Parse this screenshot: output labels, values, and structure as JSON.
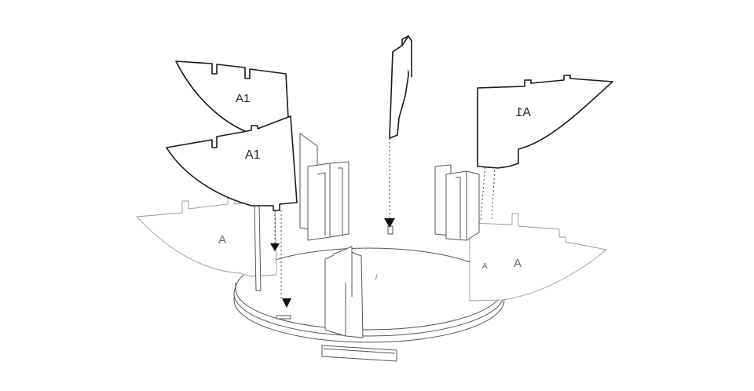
{
  "labels": {
    "panel_top_left": "A1",
    "panel_mid_left": "A1",
    "panel_top_right": "A1",
    "panel_base_left": "A",
    "panel_base_right": "A",
    "base_small_mark": "A"
  }
}
